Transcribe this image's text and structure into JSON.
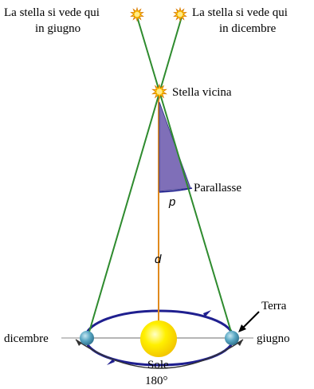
{
  "labels": {
    "star_june": [
      "La stella si vede qui",
      "in giugno"
    ],
    "star_december": [
      "La stella si vede qui",
      "in dicembre"
    ],
    "near_star": "Stella vicina",
    "parallax": "Parallasse",
    "p": "p",
    "d": "d",
    "earth": "Terra",
    "december": "dicembre",
    "june": "giugno",
    "sun": "Sole",
    "angle": "180°"
  },
  "colors": {
    "sightline": "#2e8b2e",
    "distance": "#e08a1e",
    "orbit": "#1f1f8f",
    "parallax_fill": "#7f6fb8",
    "earth": "#4f96b0",
    "sun": "#ffe600",
    "star": "#ffcc00"
  }
}
